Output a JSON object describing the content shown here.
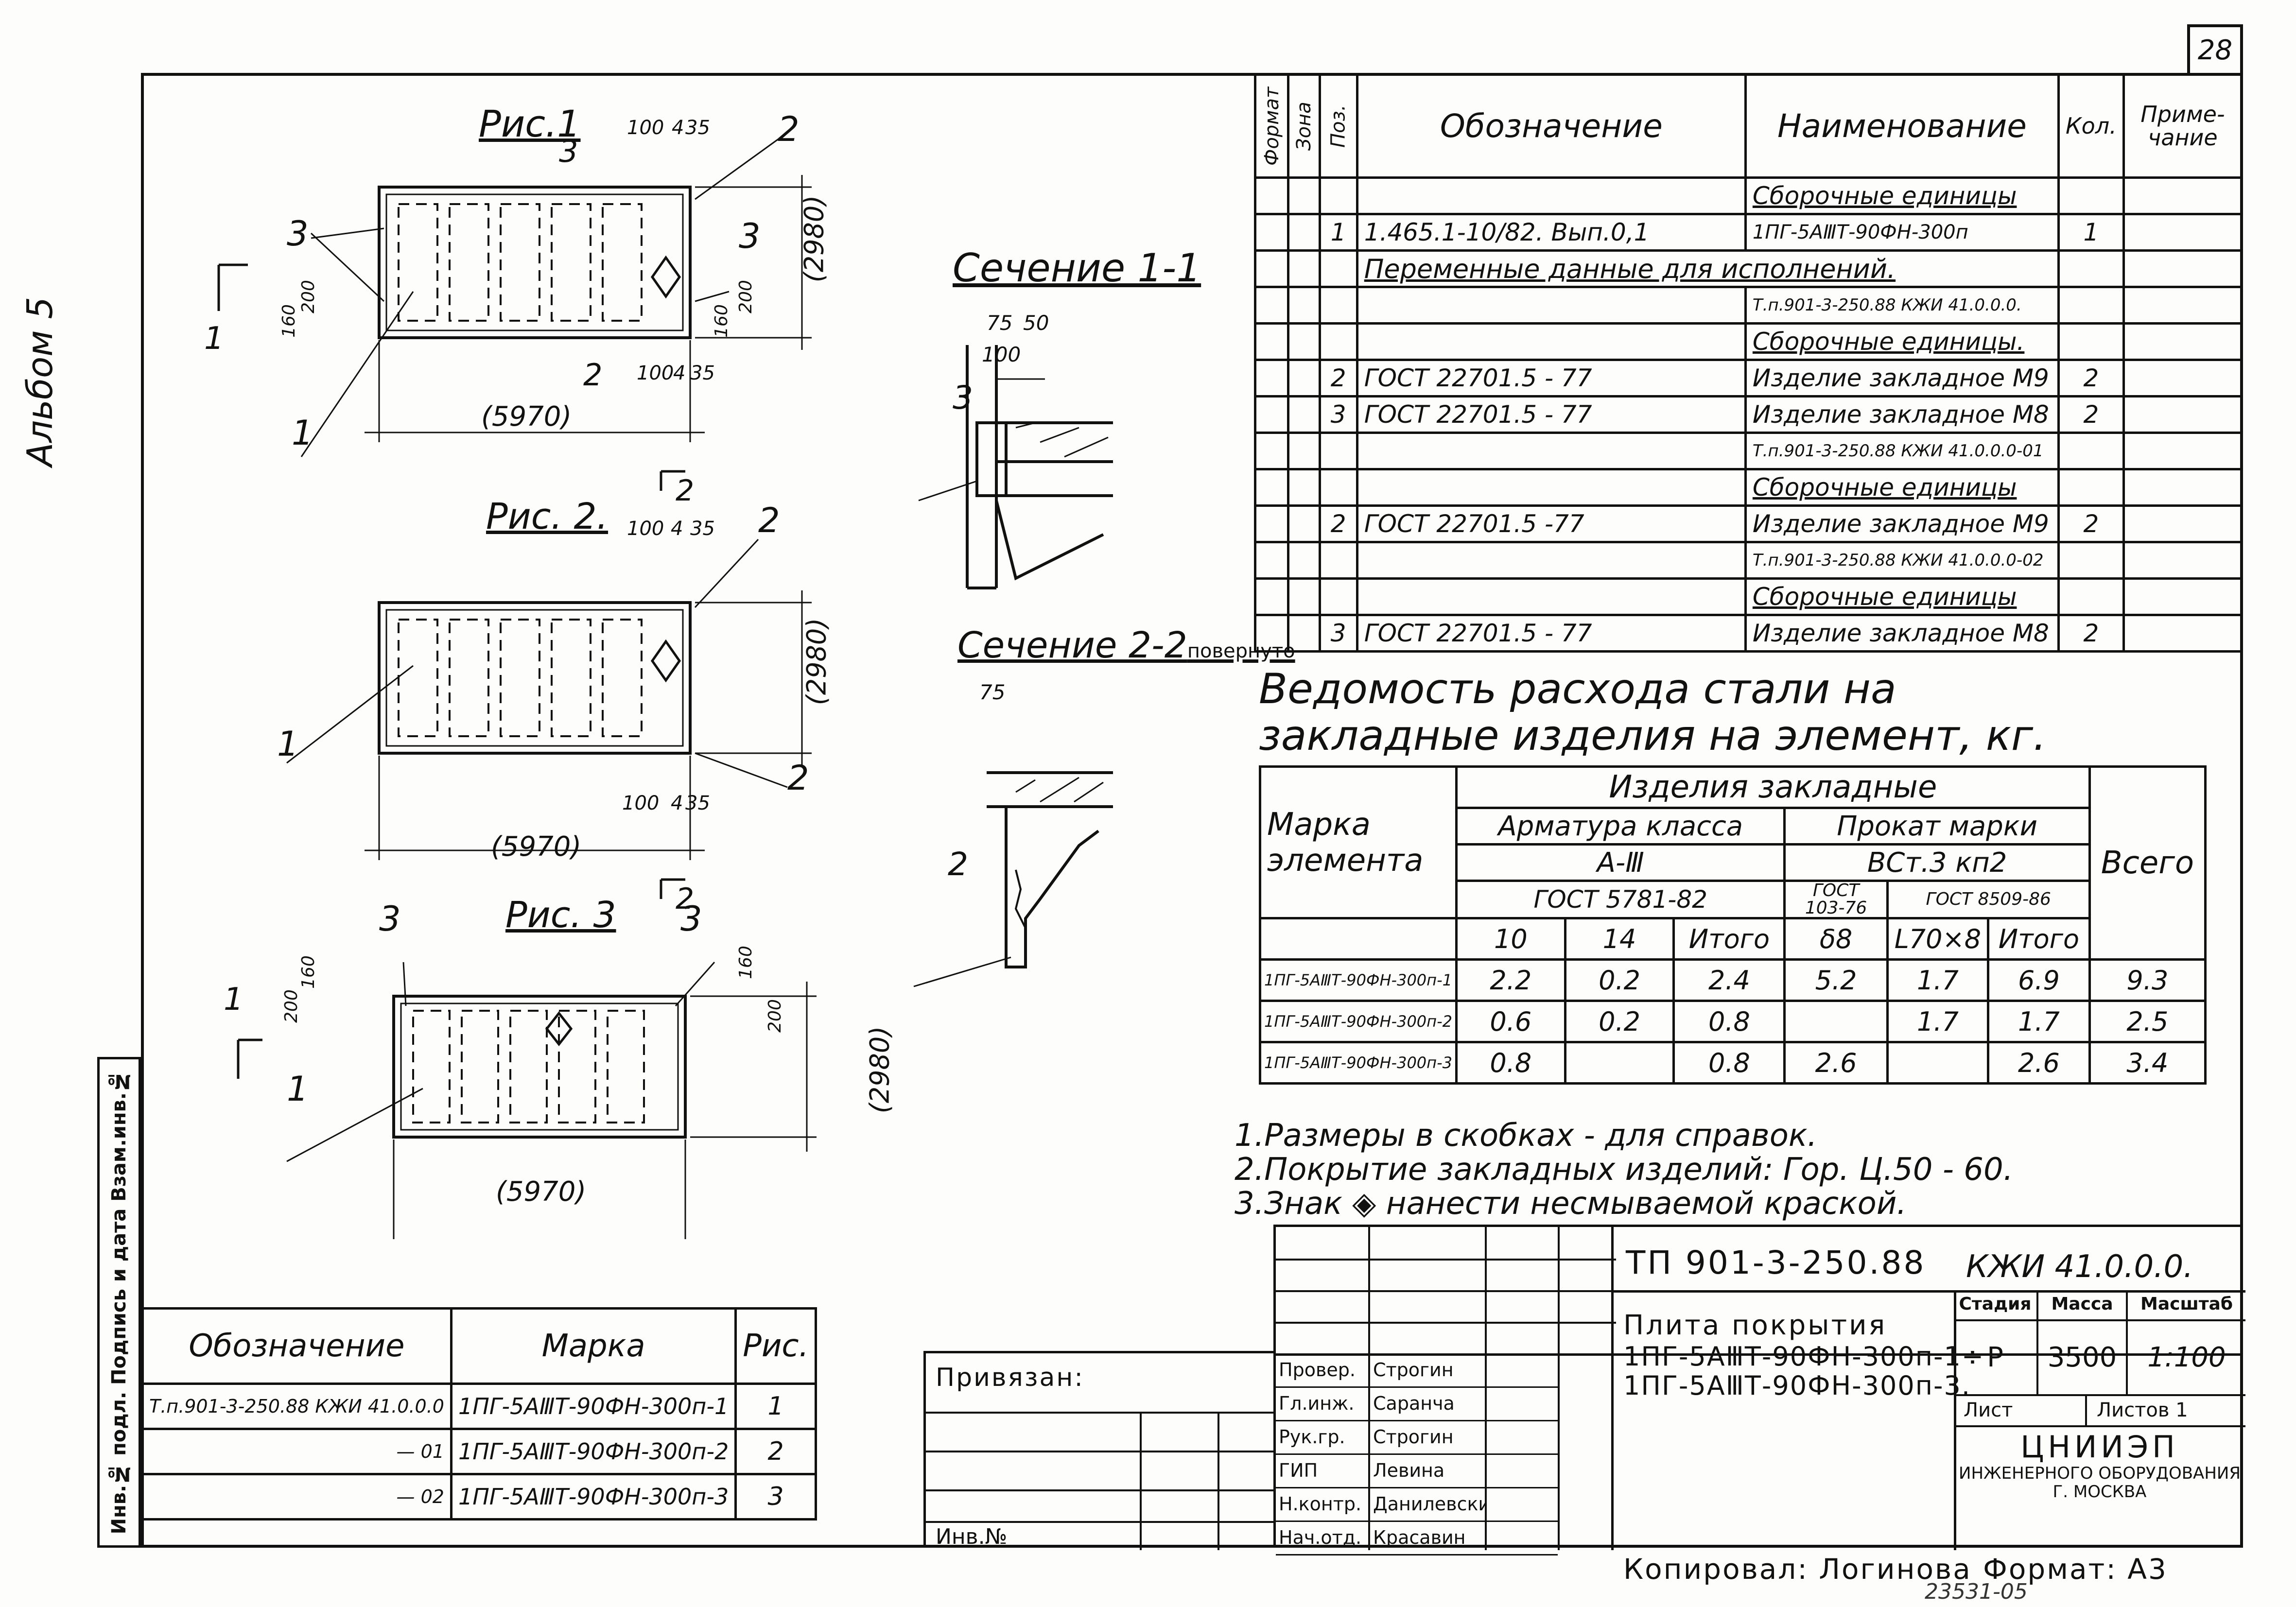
{
  "sheet_number": "28",
  "album_label": "Альбом 5",
  "side_column": "Инв.№ подл.   Подпись и дата   Взам.инв.№",
  "figures": {
    "fig1": {
      "title": "Рис.1",
      "dim_length": "(5970)",
      "dim_width": "(2980)",
      "labels": [
        "1",
        "2",
        "3",
        "3",
        "3",
        "2",
        "1"
      ],
      "dims": [
        "100",
        "4",
        "35",
        "160",
        "200",
        "100",
        "4",
        "35",
        "160",
        "200"
      ]
    },
    "fig2": {
      "title": "Рис. 2.",
      "dim_length": "(5970)",
      "dim_width": "(2980)",
      "labels": [
        "1",
        "2",
        "2"
      ],
      "dims": [
        "100",
        "4",
        "35",
        "100",
        "4",
        "35"
      ]
    },
    "fig3": {
      "title": "Рис. 3",
      "dim_length": "(5970)",
      "dim_width": "(2980)",
      "labels": [
        "1",
        "3",
        "3"
      ],
      "dims": [
        "200",
        "160",
        "160",
        "200"
      ]
    },
    "section1": {
      "title": "Сечение 1-1",
      "dims": [
        "75",
        "50",
        "100"
      ],
      "label": "3"
    },
    "section2": {
      "title": "Сечение 2-2",
      "suffix": "повернуто",
      "dims": [
        "75"
      ],
      "label": "2"
    },
    "cut_marks": [
      "1",
      "1",
      "2",
      "2"
    ]
  },
  "spec_table": {
    "headers": [
      "Формат",
      "Зона",
      "Поз.",
      "Обозначение",
      "Наименование",
      "Кол.",
      "Приме-чание"
    ],
    "rows": [
      [
        "",
        "",
        "",
        "",
        "Сборочные единицы",
        "",
        ""
      ],
      [
        "",
        "",
        "1",
        "1.465.1-10/82. Вып.0,1",
        "1ПГ-5АⅢТ-90ФН-300п",
        "1",
        ""
      ],
      [
        "",
        "",
        "",
        "Переменные данные для исполнений.",
        "",
        "",
        ""
      ],
      [
        "",
        "",
        "",
        "",
        "Т.п.901-3-250.88 КЖИ 41.0.0.0.",
        "",
        ""
      ],
      [
        "",
        "",
        "",
        "",
        "Сборочные единицы.",
        "",
        ""
      ],
      [
        "",
        "",
        "2",
        "ГОСТ 22701.5 - 77",
        "Изделие закладное М9",
        "2",
        ""
      ],
      [
        "",
        "",
        "3",
        "ГОСТ 22701.5 - 77",
        "Изделие закладное М8",
        "2",
        ""
      ],
      [
        "",
        "",
        "",
        "",
        "Т.п.901-3-250.88 КЖИ 41.0.0.0-01",
        "",
        ""
      ],
      [
        "",
        "",
        "",
        "",
        "Сборочные единицы",
        "",
        ""
      ],
      [
        "",
        "",
        "2",
        "ГОСТ 22701.5 -77",
        "Изделие закладное М9",
        "2",
        ""
      ],
      [
        "",
        "",
        "",
        "",
        "Т.п.901-3-250.88 КЖИ 41.0.0.0-02",
        "",
        ""
      ],
      [
        "",
        "",
        "",
        "",
        "Сборочные единицы",
        "",
        ""
      ],
      [
        "",
        "",
        "3",
        "ГОСТ 22701.5 - 77",
        "Изделие закладное М8",
        "2",
        ""
      ]
    ]
  },
  "steel_title": "Ведомость расхода стали на закладные изделия на элемент, кг.",
  "steel_table": {
    "h_mark": "Марка элемента",
    "h_items": "Изделия закладные",
    "h_rebar": "Арматура класса",
    "h_rolled": "Прокат марки",
    "h_total": "Всего",
    "h_rebar_class": "А-Ⅲ",
    "h_rolled_grade": "ВСт.3 кп2",
    "h_gost1": "ГОСТ 5781-82",
    "h_gost2": "ГОСТ 103-76",
    "h_gost3": "ГОСТ 8509-86",
    "sub": [
      "10",
      "14",
      "Итого",
      "δ8",
      "L70×8",
      "Итого"
    ],
    "rows": [
      [
        "1ПГ-5АⅢТ-90ФН-300п-1",
        "2.2",
        "0.2",
        "2.4",
        "5.2",
        "1.7",
        "6.9",
        "9.3"
      ],
      [
        "1ПГ-5АⅢТ-90ФН-300п-2",
        "0.6",
        "0.2",
        "0.8",
        "",
        "1.7",
        "1.7",
        "2.5"
      ],
      [
        "1ПГ-5АⅢТ-90ФН-300п-3",
        "0.8",
        "",
        "0.8",
        "2.6",
        "",
        "2.6",
        "3.4"
      ]
    ]
  },
  "notes": [
    "1.Размеры в скобках - для справок.",
    "2.Покрытие закладных изделий: Гор. Ц.50 - 60.",
    "3.Знак ◈ нанести несмываемой краской."
  ],
  "refs_table": {
    "headers": [
      "Обозначение",
      "Марка",
      "Рис."
    ],
    "rows": [
      [
        "Т.п.901-3-250.88 КЖИ 41.0.0.0",
        "1ПГ-5АⅢТ-90ФН-300п-1",
        "1"
      ],
      [
        "— 01",
        "1ПГ-5АⅢТ-90ФН-300п-2",
        "2"
      ],
      [
        "— 02",
        "1ПГ-5АⅢТ-90ФН-300п-3",
        "3"
      ]
    ]
  },
  "binding": {
    "label": "Привязан:",
    "inv": "Инв.№"
  },
  "title_block": {
    "project": "ТП 901-3-250.88",
    "code": "КЖИ 41.0.0.0.",
    "name_lines": [
      "Плита покрытия",
      "1ПГ-5АⅢТ-90ФН-300п-1÷",
      "1ПГ-5АⅢТ-90ФН-300п-3."
    ],
    "h_stage": "Стадия",
    "h_mass": "Масса",
    "h_scale": "Масштаб",
    "stage": "Р",
    "mass": "3500",
    "scale": "1:100",
    "sheet": "Лист",
    "sheets": "Листов 1",
    "org_line1": "ЦНИИЭП",
    "org_line2": "инженерного оборудования",
    "org_line3": "г. Москва",
    "people": [
      [
        "Провер.",
        "Строгин"
      ],
      [
        "Гл.инж.",
        "Саранча"
      ],
      [
        "Рук.гр.",
        "Строгин"
      ],
      [
        "ГИП",
        "Левина"
      ],
      [
        "Н.контр.",
        "Данилевский"
      ],
      [
        "Нач.отд.",
        "Красавин"
      ]
    ]
  },
  "footer_copied": "Копировал: Логинова",
  "footer_format": "Формат: А3",
  "stamp_number": "23531-05"
}
